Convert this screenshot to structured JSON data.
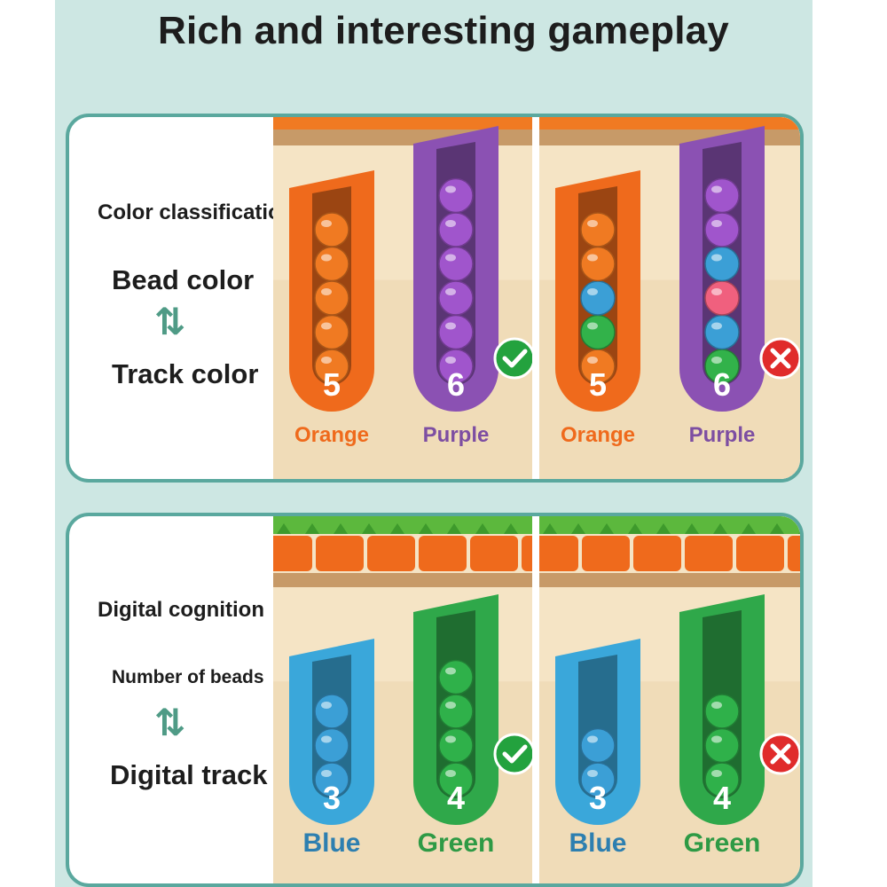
{
  "title": "Rich and interesting gameplay",
  "panel1": {
    "labels": [
      "Color classification",
      "Bead color",
      "Track color"
    ],
    "arrow": "⇅",
    "left": {
      "tracks": [
        {
          "number": "5",
          "caption": "Orange",
          "track_color": "#ef6a1c",
          "caption_color": "#ef6a1c",
          "beads": [
            "#f07a22",
            "#f07a22",
            "#f07a22",
            "#f07a22",
            "#f07a22"
          ]
        },
        {
          "number": "6",
          "caption": "Purple",
          "track_color": "#8b51b3",
          "caption_color": "#7d4ea2",
          "beads": [
            "#a055cc",
            "#a055cc",
            "#a055cc",
            "#a055cc",
            "#a055cc",
            "#a055cc"
          ]
        }
      ],
      "status": "check-icon"
    },
    "right": {
      "tracks": [
        {
          "number": "5",
          "caption": "Orange",
          "track_color": "#ef6a1c",
          "caption_color": "#ef6a1c",
          "beads": [
            "#f07a22",
            "#32b24a",
            "#3b9fd6",
            "#f07a22",
            "#f07a22"
          ]
        },
        {
          "number": "6",
          "caption": "Purple",
          "track_color": "#8b51b3",
          "caption_color": "#7d4ea2",
          "beads": [
            "#32b24a",
            "#3b9fd6",
            "#f0607e",
            "#3b9fd6",
            "#a055cc",
            "#a055cc"
          ]
        }
      ],
      "status": "cross-icon"
    }
  },
  "panel2": {
    "labels": [
      "Digital cognition",
      "Number of beads",
      "Digital track"
    ],
    "arrow": "⇅",
    "left": {
      "tracks": [
        {
          "number": "3",
          "caption": "Blue",
          "track_color": "#3aa7da",
          "caption_color": "#2d7fb0",
          "beads": [
            "#3b9fd6",
            "#3b9fd6",
            "#3b9fd6"
          ]
        },
        {
          "number": "4",
          "caption": "Green",
          "track_color": "#2fa84a",
          "caption_color": "#2e9a45",
          "beads": [
            "#2fb14a",
            "#2fb14a",
            "#2fb14a",
            "#2fb14a"
          ]
        }
      ],
      "status": "check-icon"
    },
    "right": {
      "tracks": [
        {
          "number": "3",
          "caption": "Blue",
          "track_color": "#3aa7da",
          "caption_color": "#2d7fb0",
          "beads": [
            "#3b9fd6",
            "#3b9fd6"
          ]
        },
        {
          "number": "4",
          "caption": "Green",
          "track_color": "#2fa84a",
          "caption_color": "#2e9a45",
          "beads": [
            "#2fb14a",
            "#2fb14a",
            "#2fb14a"
          ]
        }
      ],
      "status": "cross-icon"
    }
  },
  "colors": {
    "wood": "#f0dcb8",
    "check": "#23a23e",
    "cross": "#e02b2b",
    "border": "#5aa89e"
  }
}
